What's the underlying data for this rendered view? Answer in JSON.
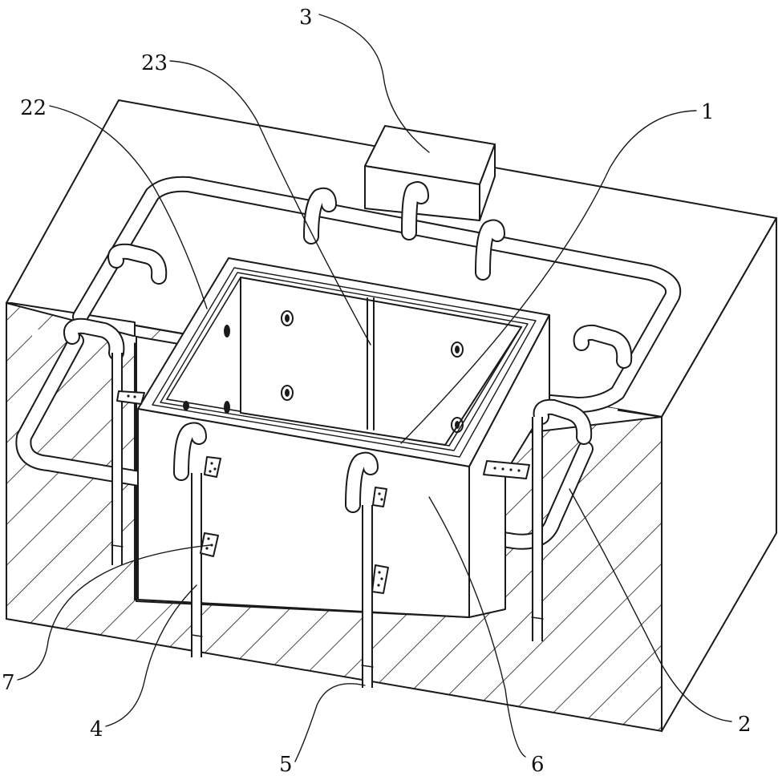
{
  "callouts": {
    "c1": "1",
    "c2": "2",
    "c3": "3",
    "c4": "4",
    "c5": "5",
    "c6": "6",
    "c7": "7",
    "c22": "22",
    "c23": "23"
  },
  "colors": {
    "line": "#1a1a1a",
    "background": "#ffffff"
  }
}
